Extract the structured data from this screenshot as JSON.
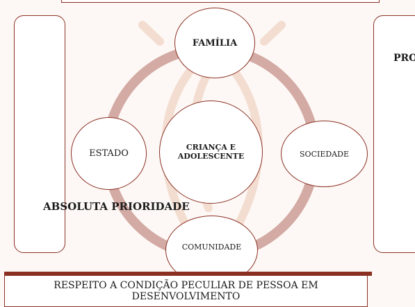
{
  "diagram": {
    "center": "CRIANÇA E ADOLESCENTE",
    "top": "FAMÍLIA",
    "left": "ESTADO",
    "right": "SOCIEDADE",
    "bottom": "COMUNIDADE",
    "priority_label": "ABSOLUTA PRIORIDADE",
    "right_panel_label": "PRO",
    "bottom_banner": "RESPEITO A CONDIÇÃO PECULIAR DE PESSOA EM DESENVOLVIMENTO"
  },
  "colors": {
    "border": "#8a2f22",
    "ring": "#d3aaa4",
    "watermark": "#f3ddd0",
    "background": "#fdf8f5"
  }
}
